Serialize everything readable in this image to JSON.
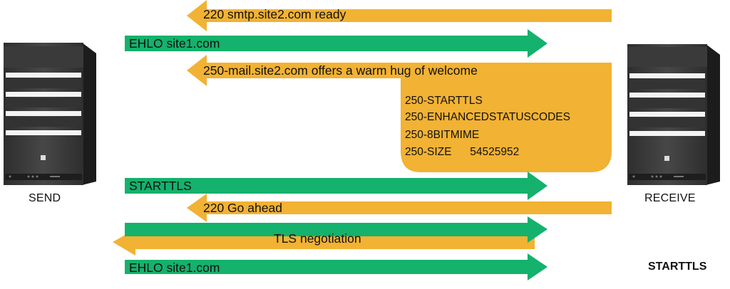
{
  "diagram": {
    "title": "STARTTLS",
    "left_label": "SEND",
    "right_label": "RECEIVE",
    "colors": {
      "orange": "#F2B233",
      "green": "#14B26C",
      "server_dark": "#2b2b2b",
      "server_light": "#f2f2f2"
    },
    "messages": [
      {
        "text": "220 smtp.site2.com ready",
        "direction": "to-sender"
      },
      {
        "text": "EHLO site1.com",
        "direction": "to-receiver"
      },
      {
        "text": "250-mail.site2.com offers a warm hug of welcome",
        "direction": "to-sender"
      },
      {
        "text": "STARTTLS",
        "direction": "to-receiver"
      },
      {
        "text": "220 Go ahead",
        "direction": "to-sender"
      },
      {
        "text": "TLS negotiation",
        "direction": "both"
      },
      {
        "text": "EHLO site1.com",
        "direction": "to-receiver"
      }
    ],
    "extensions": [
      "250-STARTTLS",
      "250-ENHANCEDSTATUSCODES",
      "250-8BITMIME",
      "250-SIZE      54525952"
    ]
  }
}
